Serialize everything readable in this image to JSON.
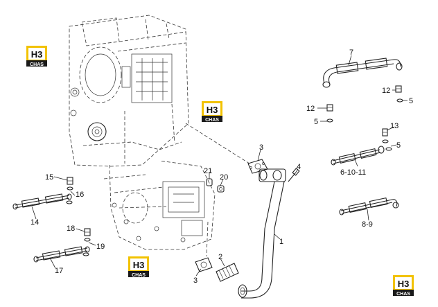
{
  "watermark": {
    "top": "H3",
    "bottom": "CHAS",
    "accent": "#f2c200"
  },
  "callouts": {
    "c1": "1",
    "c2": "2",
    "c3_top": "3",
    "c3_bottom": "3",
    "c4": "4",
    "c5_a": "5",
    "c5_b": "5",
    "c5_c": "5",
    "c7": "7",
    "c8_9": "8-9",
    "c6_10_11": "6-10-11",
    "c12_a": "12",
    "c12_b": "12",
    "c13": "13",
    "c14": "14",
    "c15": "15",
    "c16": "16",
    "c17": "17",
    "c18": "18",
    "c19": "19",
    "c20": "20",
    "c21": "21"
  },
  "colors": {
    "line": "#222222",
    "background": "#ffffff",
    "logo_accent": "#f2c200",
    "logo_dark": "#1a1a1a"
  }
}
